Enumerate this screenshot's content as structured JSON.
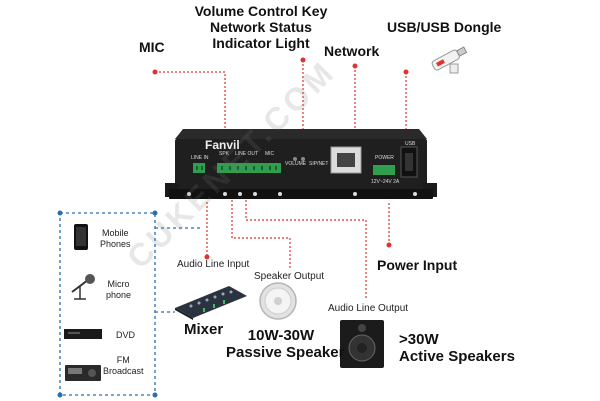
{
  "labels": {
    "mic": "MIC",
    "volume_line1": "Volume Control Key",
    "volume_line2": "Network Status",
    "volume_line3": "Indicator Light",
    "network": "Network",
    "usb": "USB/USB Dongle",
    "power_input": "Power Input",
    "audio_line_input": "Audio Line Input",
    "speaker_output": "Speaker Output",
    "audio_line_output": "Audio Line Output",
    "mixer": "Mixer",
    "passive_line1": "10W-30W",
    "passive_line2": "Passive Speaker",
    "active_line1": ">30W",
    "active_line2": "Active Speakers",
    "mobile_phones": "Mobile\nPhones",
    "microphone": "Micro\nphone",
    "dvd": "DVD",
    "fm_broadcast": "FM\nBroadcast"
  },
  "device_panel": {
    "brand": "Fanvil",
    "line_in": "LINE IN",
    "spk": "SPK",
    "line_out": "LINE OUT",
    "mic": "MIC",
    "volume": "VOLUME",
    "sip_net": "SIP/NET",
    "power": "POWER",
    "voltage": "12V~24V 2A",
    "usb": "USB"
  },
  "watermark": "CUKENET.COM",
  "colors": {
    "leader": "#e0322f",
    "input_box": "#2b6db3",
    "device_body": "#1f1f1f",
    "terminal": "#2f9e4f"
  }
}
